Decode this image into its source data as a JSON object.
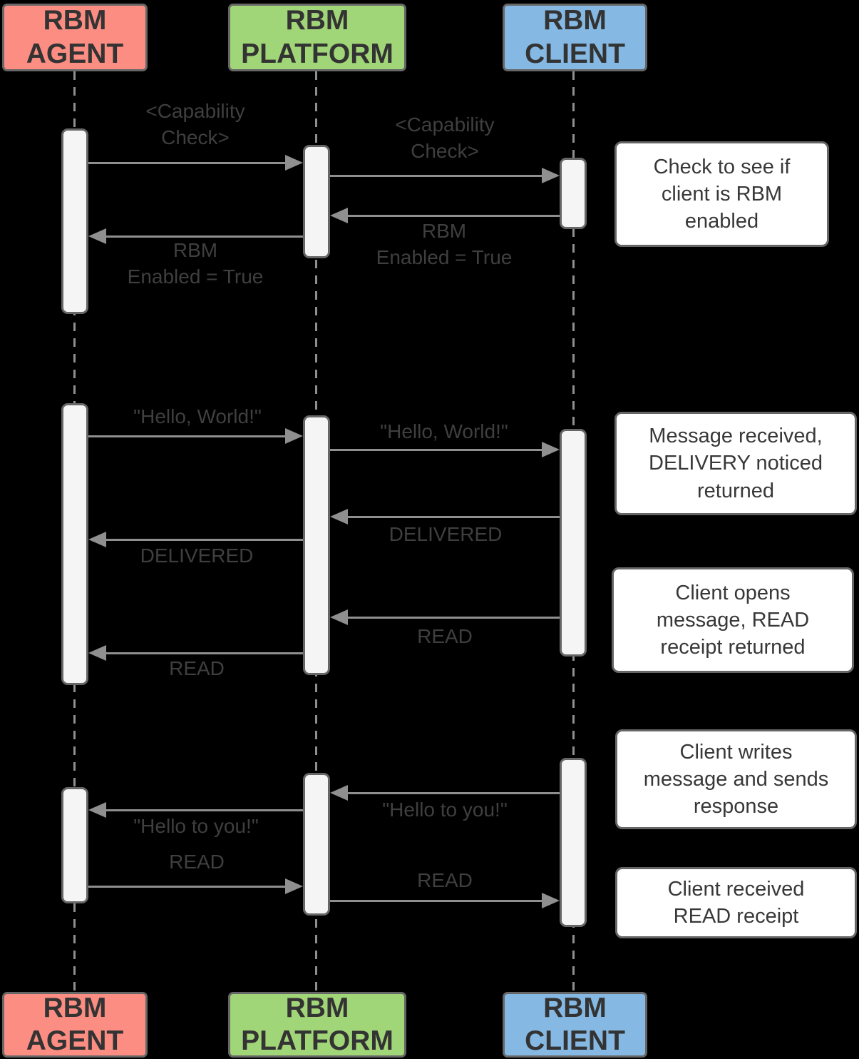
{
  "diagram": {
    "type": "sequence-diagram",
    "background": "#000000",
    "actors": [
      {
        "name": "RBM AGENT",
        "label": "RBM\nAGENT",
        "fill": "#FC8D82"
      },
      {
        "name": "RBM PLATFORM",
        "label": "RBM\nPLATFORM",
        "fill": "#A1D678"
      },
      {
        "name": "RBM CLIENT",
        "label": "RBM\nCLIENT",
        "fill": "#85B9E4"
      }
    ],
    "messages": [
      {
        "from": "RBM AGENT",
        "to": "RBM PLATFORM",
        "label": "<Capability\nCheck>"
      },
      {
        "from": "RBM PLATFORM",
        "to": "RBM CLIENT",
        "label": "<Capability\nCheck>"
      },
      {
        "from": "RBM CLIENT",
        "to": "RBM PLATFORM",
        "label": "RBM\nEnabled = True"
      },
      {
        "from": "RBM PLATFORM",
        "to": "RBM AGENT",
        "label": "RBM\nEnabled = True"
      },
      {
        "from": "RBM AGENT",
        "to": "RBM PLATFORM",
        "label": "\"Hello, World!\""
      },
      {
        "from": "RBM PLATFORM",
        "to": "RBM CLIENT",
        "label": "\"Hello, World!\""
      },
      {
        "from": "RBM CLIENT",
        "to": "RBM PLATFORM",
        "label": "DELIVERED"
      },
      {
        "from": "RBM PLATFORM",
        "to": "RBM AGENT",
        "label": "DELIVERED"
      },
      {
        "from": "RBM CLIENT",
        "to": "RBM PLATFORM",
        "label": "READ"
      },
      {
        "from": "RBM PLATFORM",
        "to": "RBM AGENT",
        "label": "READ"
      },
      {
        "from": "RBM CLIENT",
        "to": "RBM PLATFORM",
        "label": "\"Hello to you!\""
      },
      {
        "from": "RBM PLATFORM",
        "to": "RBM AGENT",
        "label": "\"Hello to you!\""
      },
      {
        "from": "RBM AGENT",
        "to": "RBM PLATFORM",
        "label": "READ"
      },
      {
        "from": "RBM PLATFORM",
        "to": "RBM CLIENT",
        "label": "READ"
      }
    ],
    "notes": [
      {
        "text": "Check to see if\nclient is RBM\nenabled"
      },
      {
        "text": "Message received,\nDELIVERY noticed\nreturned"
      },
      {
        "text": "Client opens\nmessage, READ\nreceipt returned"
      },
      {
        "text": "Client writes\nmessage and sends\nresponse"
      },
      {
        "text": "Client received\nREAD receipt"
      }
    ],
    "colors": {
      "agent_fill": "#FC8D82",
      "platform_fill": "#A1D678",
      "client_fill": "#85B9E4",
      "box_border": "#666666",
      "line_gray": "#8F8F8F",
      "activation_fill": "#F5F5F5",
      "note_fill": "#FFFFFF",
      "text_dark": "#333333",
      "label_gray": "#3F3F3F"
    }
  }
}
